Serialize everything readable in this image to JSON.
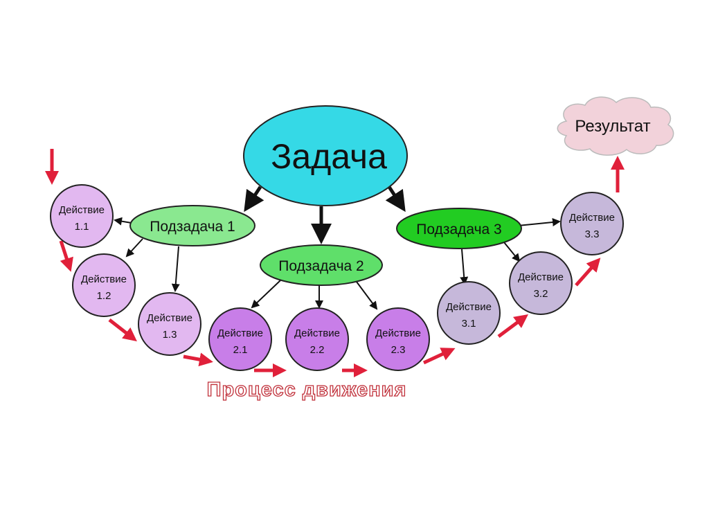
{
  "task": {
    "label": "Задача",
    "color": "#35d9e6"
  },
  "subtasks": [
    {
      "label": "Подзадача 1",
      "color": "#8ae890"
    },
    {
      "label": "Подзадача 2",
      "color": "#5fdf6a"
    },
    {
      "label": "Подзадача 3",
      "color": "#22cc22"
    }
  ],
  "actions": [
    {
      "word": "Действие",
      "num": "1.1",
      "color": "#e2b8f0"
    },
    {
      "word": "Действие",
      "num": "1.2",
      "color": "#e2b8f0"
    },
    {
      "word": "Действие",
      "num": "1.3",
      "color": "#e2b8f0"
    },
    {
      "word": "Действие",
      "num": "2.1",
      "color": "#c87ee8"
    },
    {
      "word": "Действие",
      "num": "2.2",
      "color": "#c87ee8"
    },
    {
      "word": "Действие",
      "num": "2.3",
      "color": "#c87ee8"
    },
    {
      "word": "Действие",
      "num": "3.1",
      "color": "#c6b8da"
    },
    {
      "word": "Действие",
      "num": "3.2",
      "color": "#c6b8da"
    },
    {
      "word": "Действие",
      "num": "3.3",
      "color": "#c6b8da"
    }
  ],
  "result": {
    "label": "Результат",
    "color": "#f2d2da"
  },
  "process_label": "Процесс движения",
  "flow_color": "#e0203a"
}
